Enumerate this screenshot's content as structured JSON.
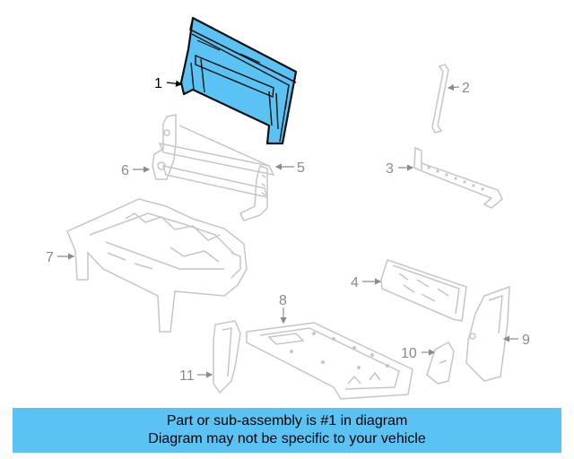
{
  "colors": {
    "highlight_fill": "#5bc2f4",
    "highlight_stroke": "#111111",
    "part_stroke": "#c6c6c6",
    "label_color": "#8c8c8c",
    "highlight_label_color": "#000000",
    "footer_background": "#5bc2f4",
    "footer_text": "#000000"
  },
  "callouts": [
    {
      "id": "1",
      "label": "1",
      "highlighted": true
    },
    {
      "id": "2",
      "label": "2",
      "highlighted": false
    },
    {
      "id": "3",
      "label": "3",
      "highlighted": false
    },
    {
      "id": "4",
      "label": "4",
      "highlighted": false
    },
    {
      "id": "5",
      "label": "5",
      "highlighted": false
    },
    {
      "id": "6",
      "label": "6",
      "highlighted": false
    },
    {
      "id": "7",
      "label": "7",
      "highlighted": false
    },
    {
      "id": "8",
      "label": "8",
      "highlighted": false
    },
    {
      "id": "9",
      "label": "9",
      "highlighted": false
    },
    {
      "id": "10",
      "label": "10",
      "highlighted": false
    },
    {
      "id": "11",
      "label": "11",
      "highlighted": false
    }
  ],
  "footer": {
    "line1": "Part or sub-assembly is #1 in diagram",
    "line2": "Diagram may not be specific to your vehicle"
  }
}
